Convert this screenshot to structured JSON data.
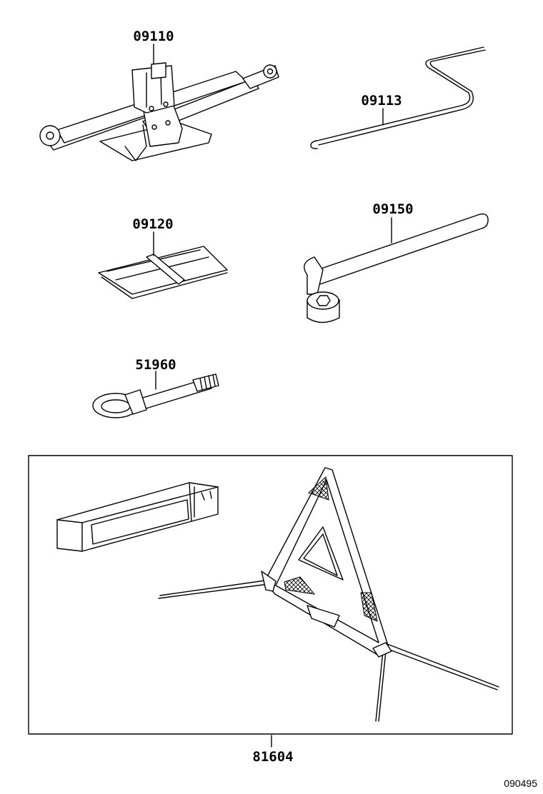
{
  "parts": {
    "jack": "09110",
    "jack_handle": "09113",
    "tool_bag": "09120",
    "wheel_wrench": "09150",
    "towing_eye": "51960",
    "warning_triangle": "81604"
  },
  "document_id": "090495"
}
